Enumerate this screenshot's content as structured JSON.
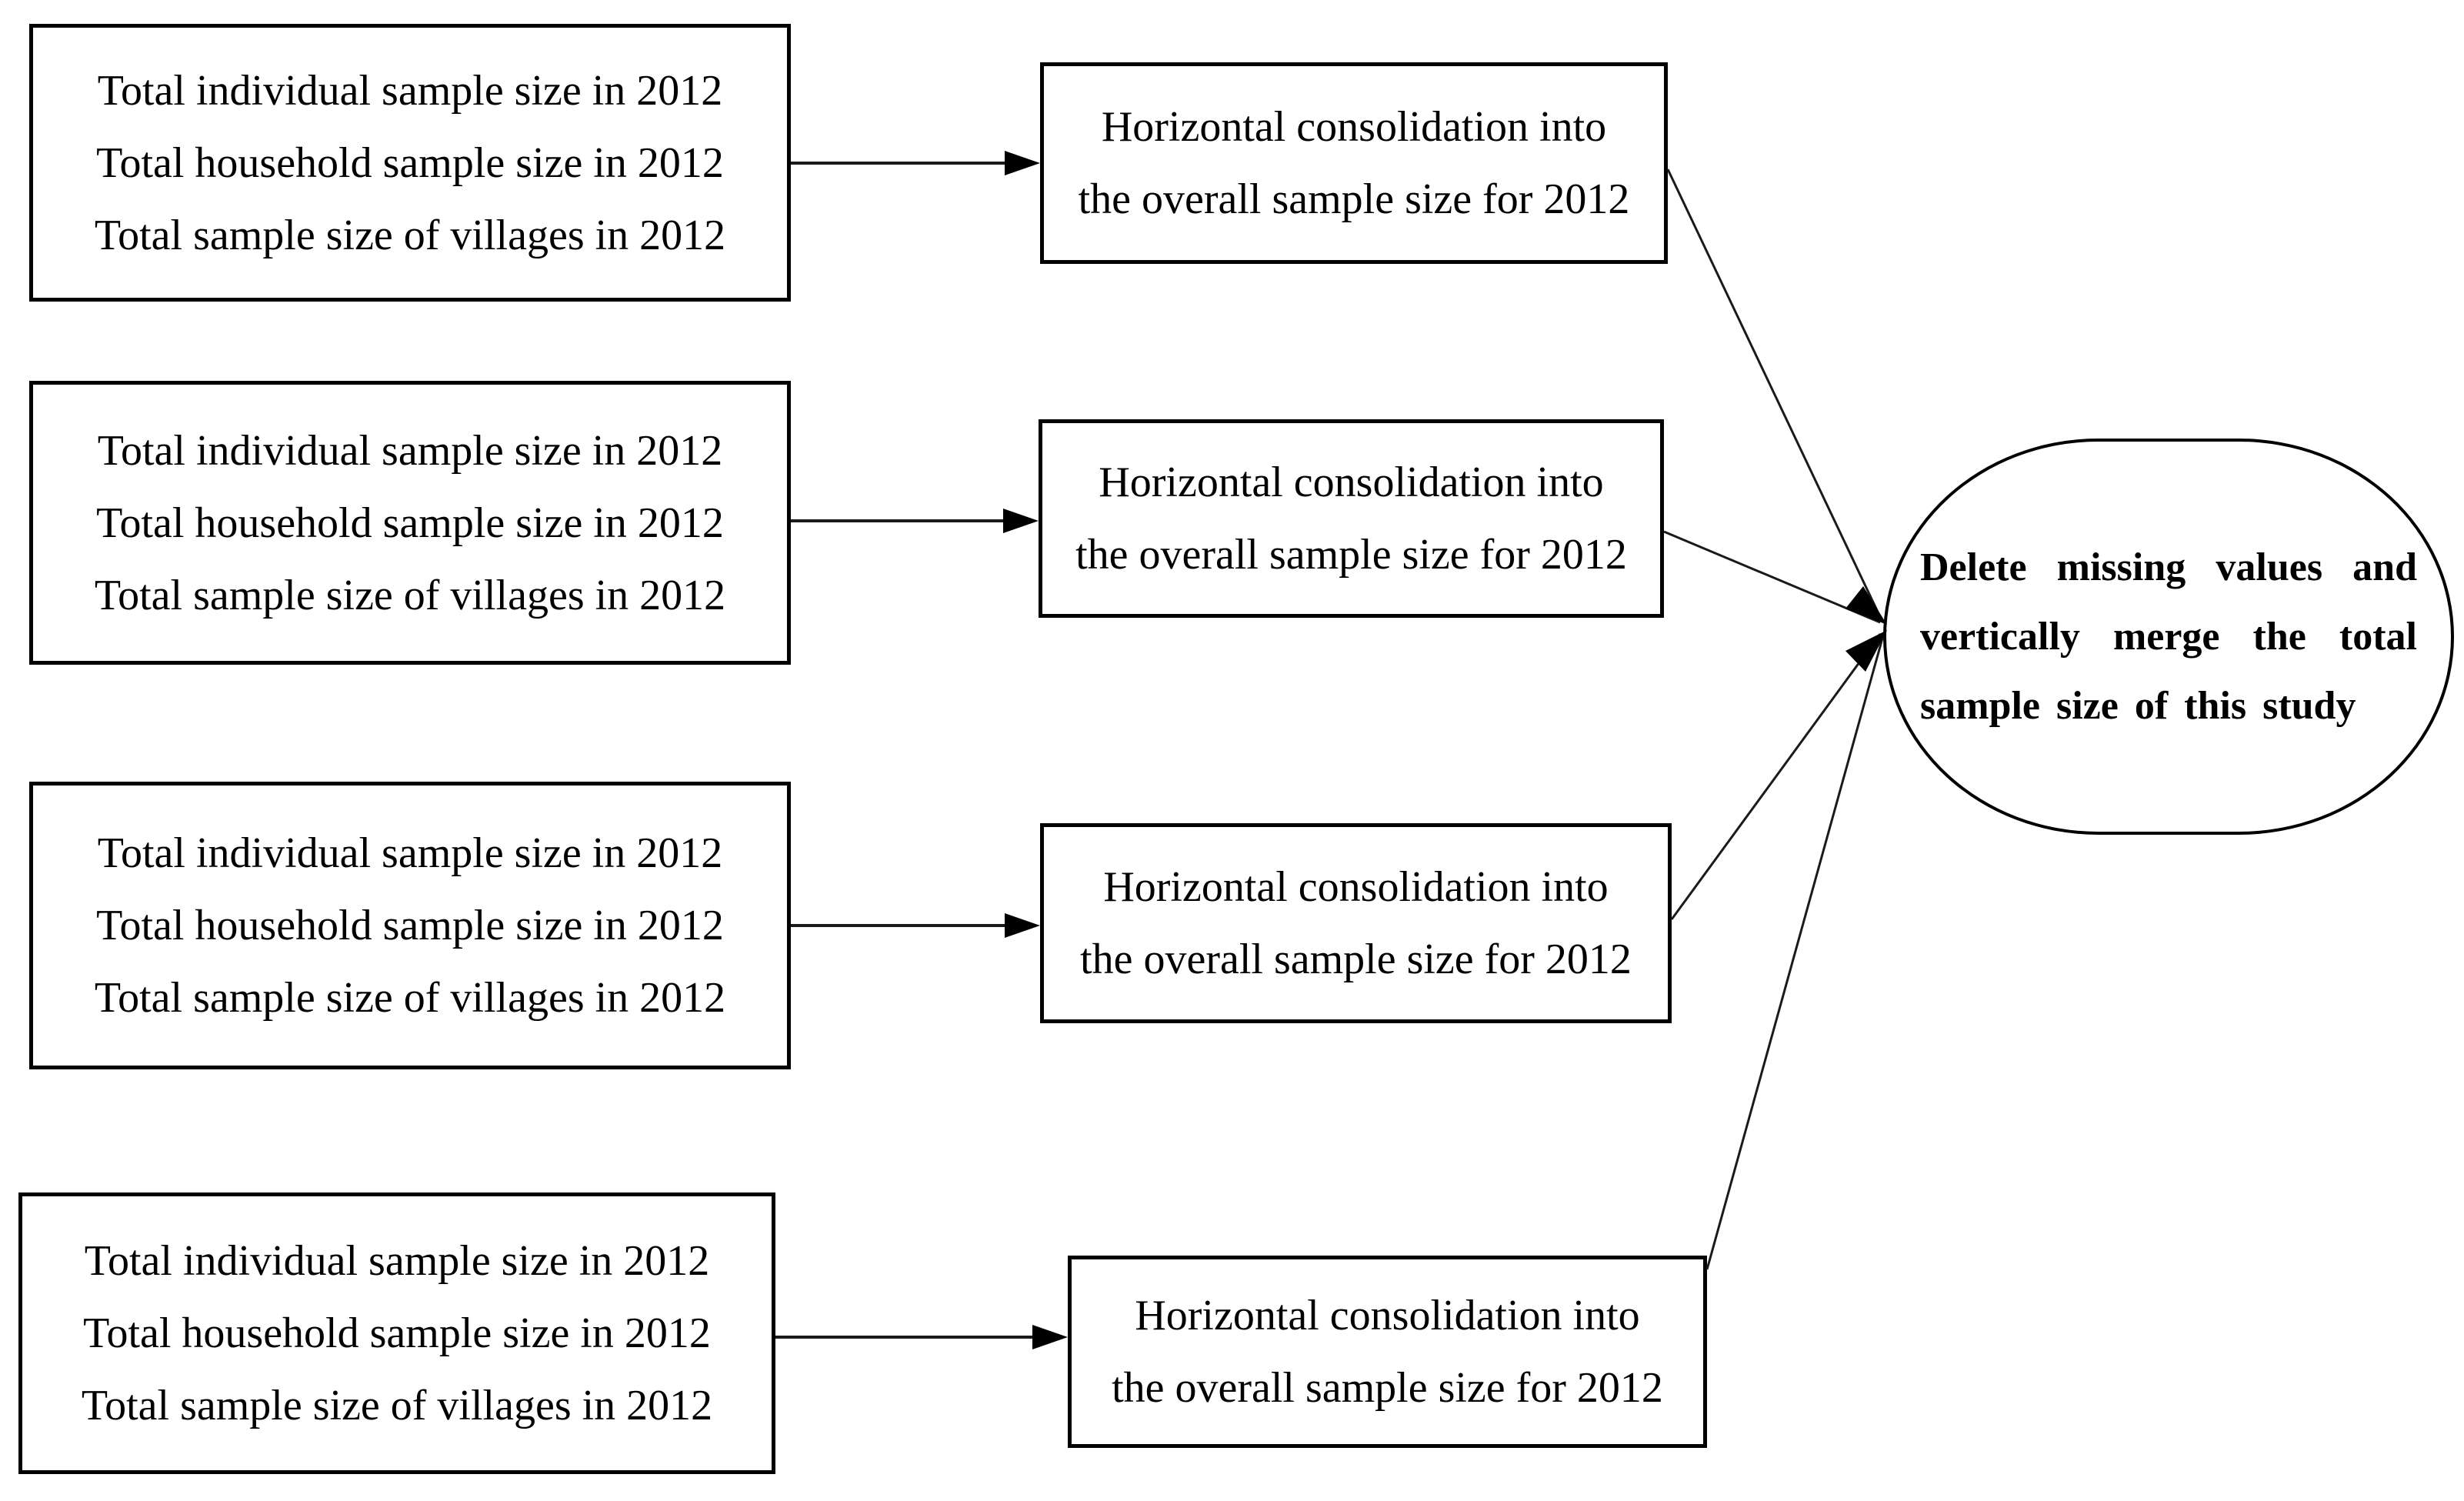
{
  "colors": {
    "background": "#ffffff",
    "border": "#000000",
    "text": "#000000",
    "connector": "#1a1a1a"
  },
  "source_boxes": [
    {
      "line1": "Total individual sample size in 2012",
      "line2": "Total household sample size in 2012",
      "line3": "Total sample size of villages in 2012"
    },
    {
      "line1": "Total individual sample size in 2012",
      "line2": "Total household sample size in 2012",
      "line3": "Total sample size of villages in 2012"
    },
    {
      "line1": "Total individual sample size in 2012",
      "line2": "Total household sample size in 2012",
      "line3": "Total sample size of villages in 2012"
    },
    {
      "line1": "Total individual sample size in 2012",
      "line2": "Total household sample size in 2012",
      "line3": "Total sample size of villages in 2012"
    }
  ],
  "process_boxes": [
    {
      "line1": "Horizontal consolidation into",
      "line2": "the overall sample size for 2012"
    },
    {
      "line1": "Horizontal consolidation into",
      "line2": "the overall sample size for 2012"
    },
    {
      "line1": "Horizontal consolidation into",
      "line2": "the overall sample size for 2012"
    },
    {
      "line1": "Horizontal consolidation into",
      "line2": "the overall sample size for 2012"
    }
  ],
  "terminal": {
    "line1": "Delete missing values and",
    "line2": "vertically merge the total",
    "line3": "sample size of this study"
  }
}
